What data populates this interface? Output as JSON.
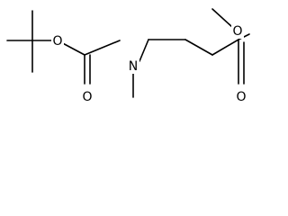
{
  "molecule": {
    "atoms": {
      "o_ester_ether": "O",
      "o_carbamate_carbonyl": "O",
      "n_amine": "N",
      "o_methyl_ester": "O",
      "o_ester_carbonyl": "O"
    }
  },
  "colors": {
    "bond": "#000000",
    "text": "#000000",
    "background": "#ffffff"
  }
}
